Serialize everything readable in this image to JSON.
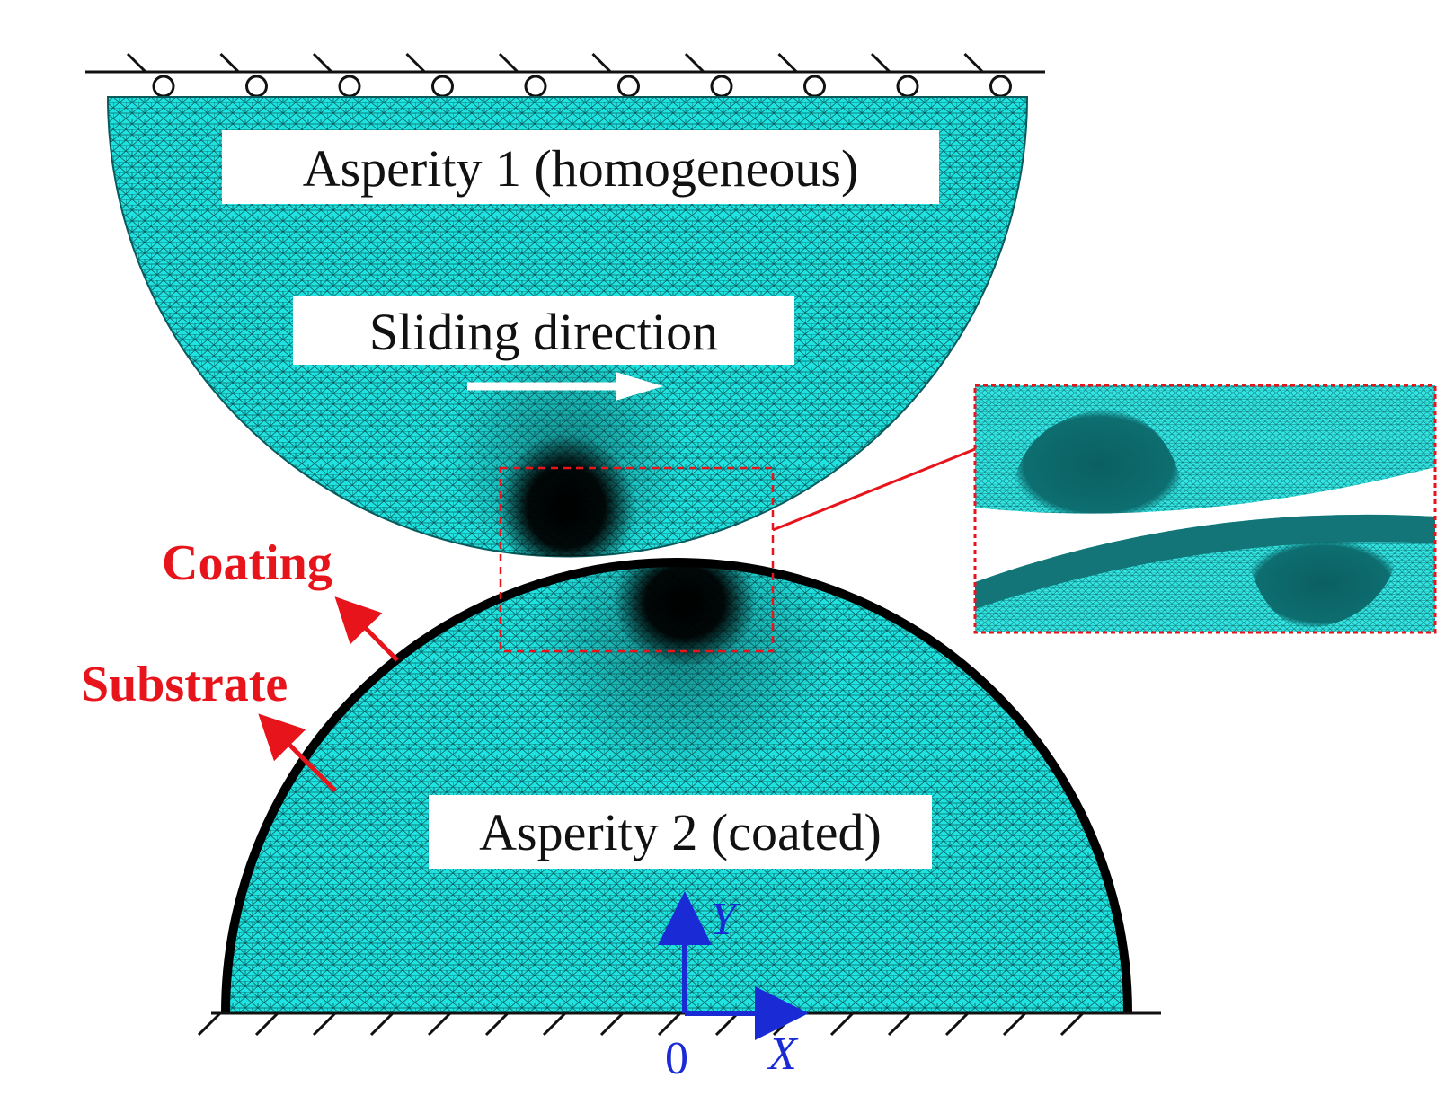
{
  "colors": {
    "mesh_fill": "#1ee3e0",
    "mesh_line": "#0a5a5c",
    "dense_mesh": "#000000",
    "coating": "#000000",
    "annotation_red": "#e8141c",
    "axis_blue": "#1a2bd6",
    "arrow_white": "#ffffff",
    "zoom_fill": "#33e6e4",
    "zoom_dark": "#0d6e70"
  },
  "labels": {
    "asperity1": "Asperity 1 (homogeneous)",
    "sliding": "Sliding direction",
    "asperity2": "Asperity 2 (coated)",
    "coating": "Coating",
    "substrate": "Substrate",
    "axis_origin": "0",
    "axis_x": "X",
    "axis_y": "Y"
  },
  "icons": {
    "roller_support": "roller-support-icon",
    "fixed_support": "fixed-support-icon",
    "sliding_arrow": "arrow-right-icon"
  }
}
